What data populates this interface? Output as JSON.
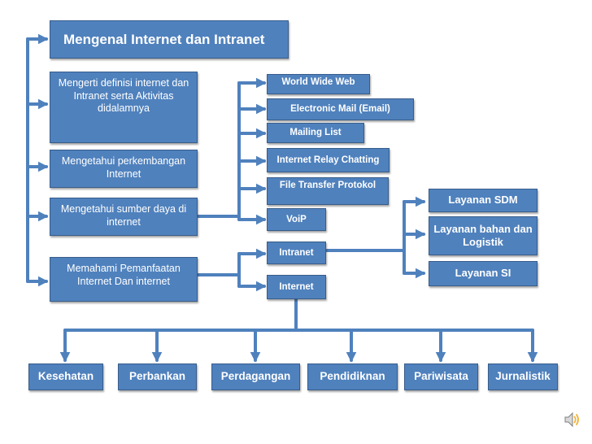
{
  "diagram": {
    "title": "Mengenal Internet dan Intranet",
    "topics": [
      {
        "id": "definisi",
        "label": "Mengerti definisi internet dan Intranet serta Aktivitas didalamnya"
      },
      {
        "id": "perkembangan",
        "label": "Mengetahui perkembangan Internet"
      },
      {
        "id": "sumber-daya",
        "label": "Mengetahui sumber daya di internet"
      },
      {
        "id": "pemanfaatan",
        "label": "Memahami Pemanfaatan Internet Dan internet"
      }
    ],
    "services": [
      {
        "id": "www",
        "label": "World Wide Web"
      },
      {
        "id": "email",
        "label": "Electronic Mail (Email)"
      },
      {
        "id": "mailing",
        "label": "Mailing List"
      },
      {
        "id": "irc",
        "label": "Internet Relay Chatting"
      },
      {
        "id": "ftp",
        "label": "File Transfer Protokol"
      },
      {
        "id": "voip",
        "label": "VoiP"
      }
    ],
    "networks": [
      {
        "id": "intranet",
        "label": "Intranet"
      },
      {
        "id": "internet",
        "label": "Internet"
      }
    ],
    "intranet_services": [
      {
        "id": "sdm",
        "label": "Layanan SDM"
      },
      {
        "id": "logistik",
        "label": "Layanan bahan dan Logistik"
      },
      {
        "id": "si",
        "label": "Layanan SI"
      }
    ],
    "fields": [
      {
        "id": "kesehatan",
        "label": "Kesehatan"
      },
      {
        "id": "perbankan",
        "label": "Perbankan"
      },
      {
        "id": "perdagangan",
        "label": "Perdagangan"
      },
      {
        "id": "pendidiknan",
        "label": "Pendidiknan"
      },
      {
        "id": "pariwisata",
        "label": "Pariwisata"
      },
      {
        "id": "jurnalistik",
        "label": "Jurnalistik"
      }
    ],
    "colors": {
      "box_fill": "#4f81bd",
      "box_border": "#385d8a",
      "text": "#ffffff"
    }
  }
}
